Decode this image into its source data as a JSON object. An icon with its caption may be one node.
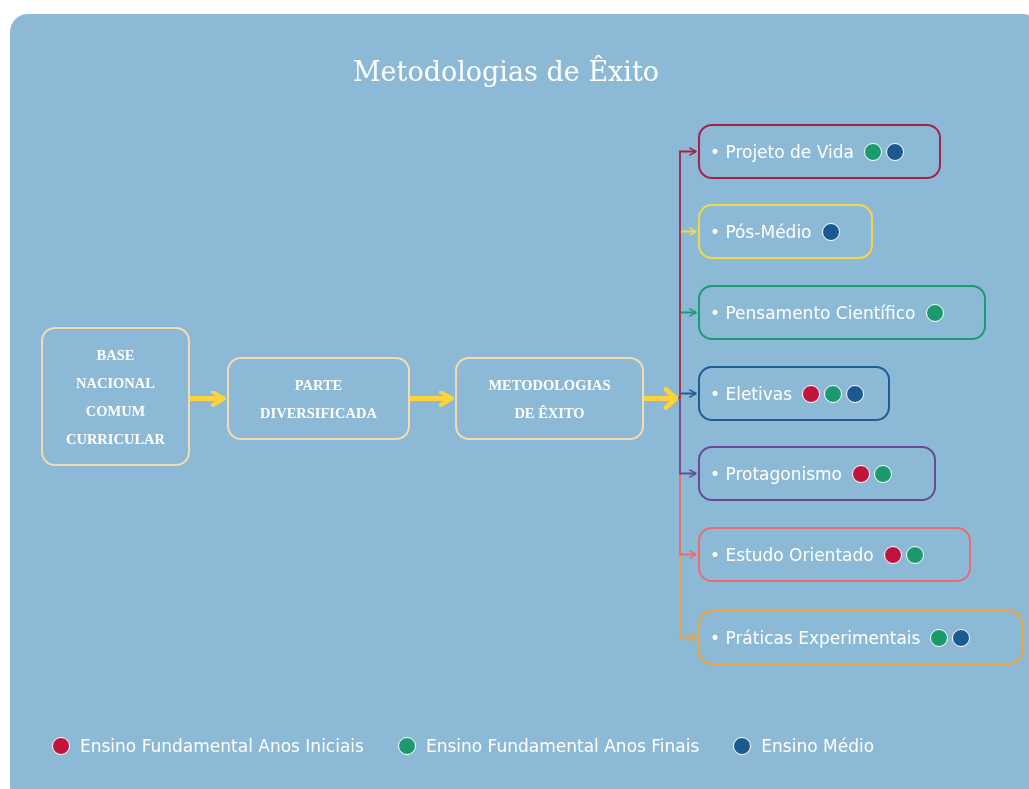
{
  "diagram": {
    "title": "Metodologias de Êxito",
    "nodes": [
      {
        "text": [
          "BASE NACIONAL COMUM CURRICULAR"
        ]
      },
      {
        "text": [
          "PARTE DIVERSIFICADA"
        ]
      },
      {
        "text": [
          "METODOLOGIAS DE ÊXITO"
        ]
      },
      {
        "text": [
          "• Projeto de Vida"
        ]
      },
      {
        "text": [
          "• Pós-Médio"
        ]
      },
      {
        "text": [
          "• Pensamento Científico"
        ]
      },
      {
        "text": [
          "• Eletivas"
        ]
      },
      {
        "text": [
          "• Protagonismo"
        ]
      },
      {
        "text": [
          "• Estudo Orientado"
        ]
      },
      {
        "text": [
          "• Práticas Experimentais"
        ]
      }
    ],
    "edges": [
      {
        "from": 0,
        "to": 1,
        "arrow": "to",
        "style": "thick",
        "color": "#fdd23c"
      },
      {
        "from": 1,
        "to": 2,
        "arrow": "to",
        "style": "thick",
        "color": "#fdd23c"
      },
      {
        "from": 2,
        "to": 3,
        "arrow": "to",
        "color": "#a3244a"
      },
      {
        "from": 2,
        "to": 4,
        "arrow": "to",
        "color": "#f2d64b"
      },
      {
        "from": 2,
        "to": 5,
        "arrow": "to",
        "color": "#1e9a72"
      },
      {
        "from": 2,
        "to": 6,
        "arrow": "to",
        "color": "#1f5c94"
      },
      {
        "from": 2,
        "to": 7,
        "arrow": "to",
        "color": "#6a4a94"
      },
      {
        "from": 2,
        "to": 8,
        "arrow": "to",
        "color": "#ec6b6f"
      },
      {
        "from": 2,
        "to": 9,
        "arrow": "to",
        "color": "#f0a43c"
      }
    ],
    "legend": [
      {
        "text": "Ensino Fundamental Anos Iniciais",
        "color": "#c0143c"
      },
      {
        "text": "Ensino Fundamental Anos Finais",
        "color": "#1a9a6e"
      },
      {
        "text": "Ensino Médio",
        "color": "#1a5a90"
      }
    ]
  }
}
